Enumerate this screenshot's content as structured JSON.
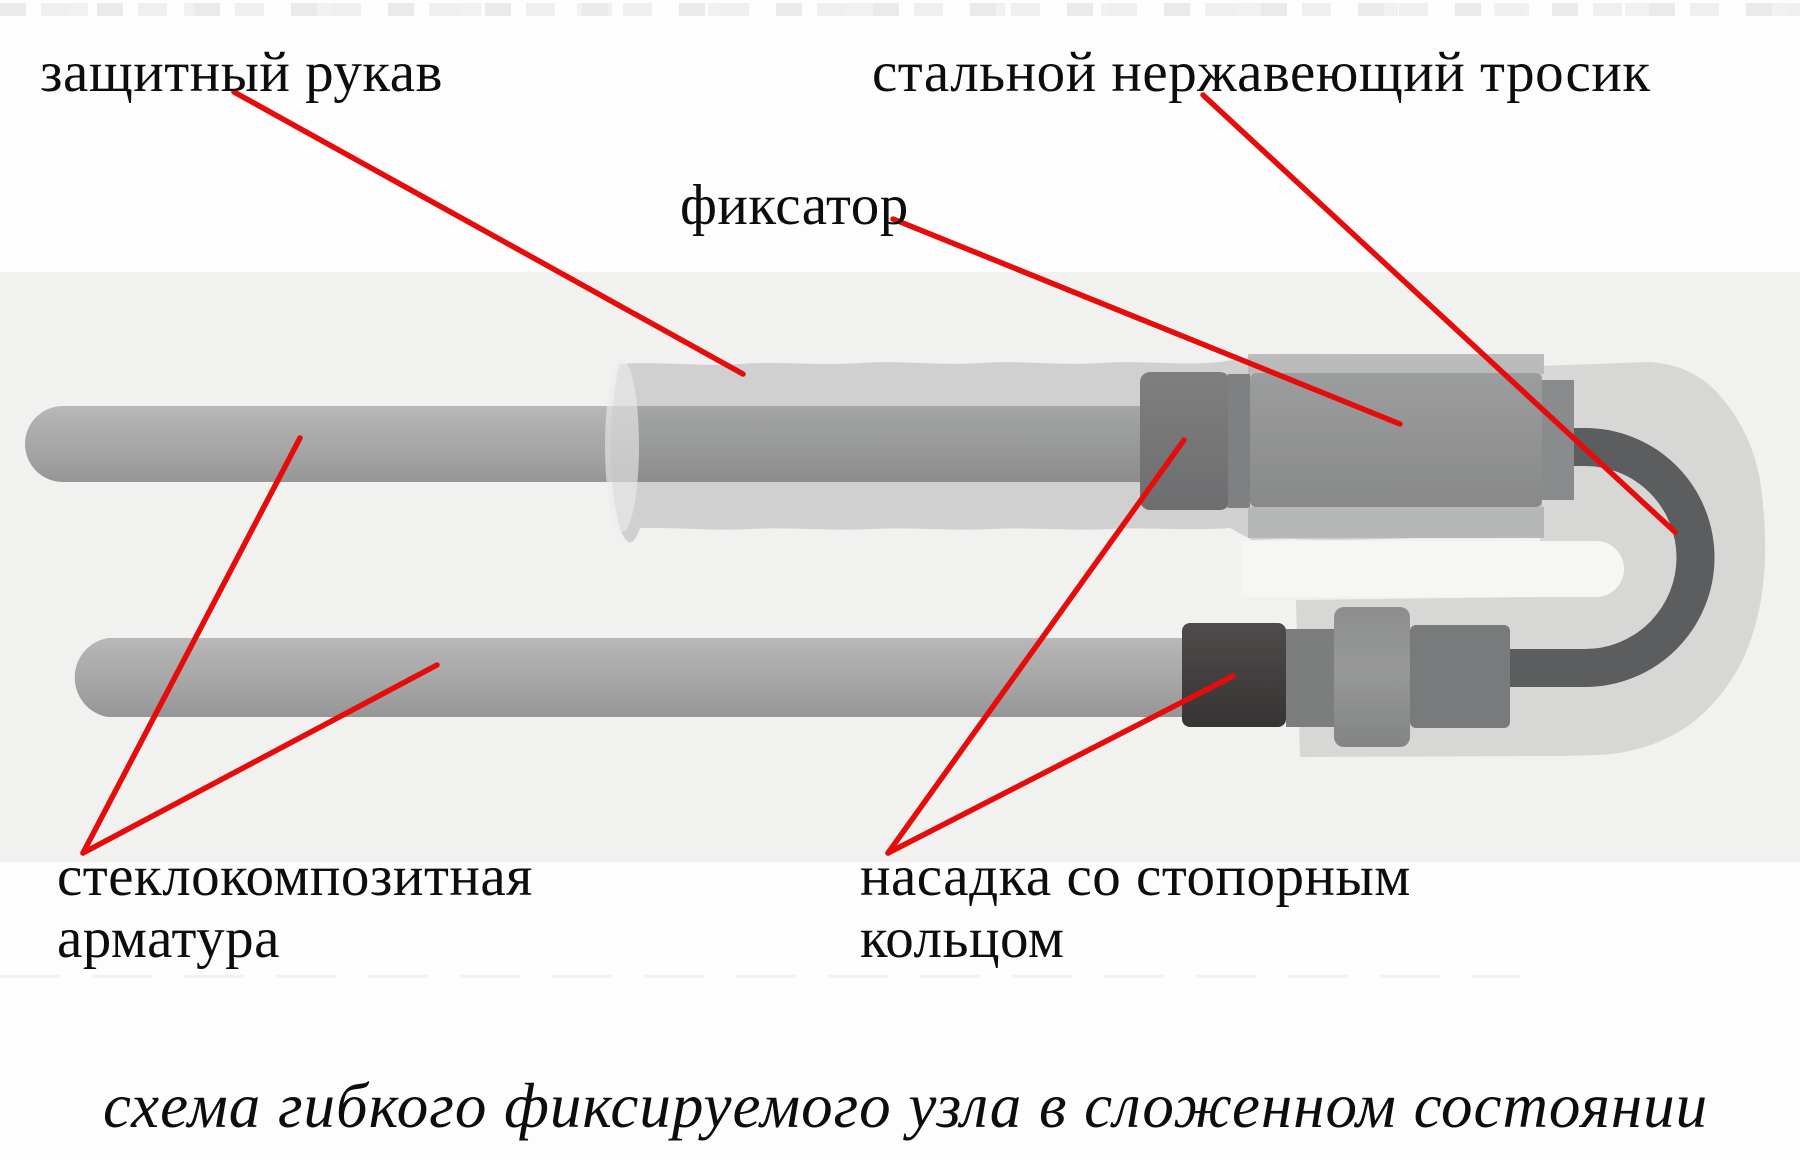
{
  "figure": {
    "type": "labeled-technical-diagram",
    "subject": "flexible fixable rebar tie unit, folded state",
    "caption": "схема гибкого фиксируемого узла в сложенном состоянии"
  },
  "labels": {
    "protective_sleeve": "защитный рукав",
    "steel_cable": "стальной нержавеющий тросик",
    "fixator": "фиксатор",
    "rebar_line1": "стеклокомпозитная",
    "rebar_line2": "арматура",
    "nozzle_line1": "насадка со стопорным",
    "nozzle_line2": "кольцом"
  },
  "parts": [
    {
      "name": "protective-sleeve",
      "label": "защитный рукав"
    },
    {
      "name": "stainless-steel-cable",
      "label": "стальной нержавеющий тросик"
    },
    {
      "name": "fixator-block",
      "label": "фиксатор"
    },
    {
      "name": "glass-composite-rebar-rods",
      "label": "стеклокомпозитная арматура"
    },
    {
      "name": "nozzle-with-stop-ring",
      "label": "насадка со стопорным кольцом"
    }
  ],
  "colors": {
    "leader_line_red": "#e60c0c",
    "text_black": "#0d0d0d",
    "render_background": "#f1f1ef",
    "page_background": "#fdfdfd",
    "rod_gray": "#a6a6a6",
    "sleeve_translucent_gray": "#d5d6d6",
    "fixator_gray": "#8f9091",
    "collar_gray": "#757677",
    "nozzle_dark_gray": "#413e3e",
    "cable_dark_gray": "#5c5d5e",
    "housing_light_gray": "#d5d6d4"
  }
}
